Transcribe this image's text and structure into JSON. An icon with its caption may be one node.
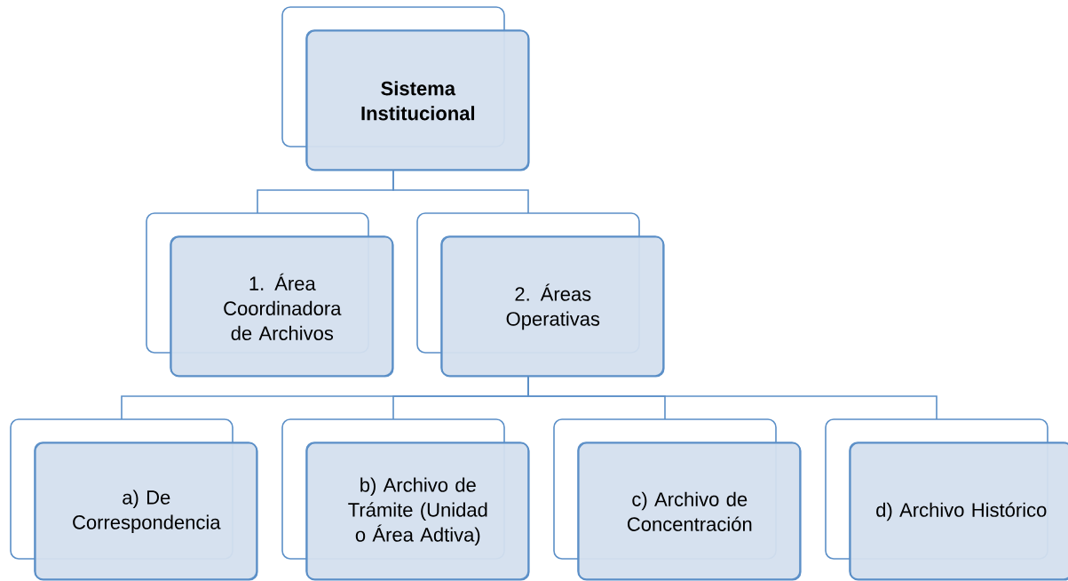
{
  "diagram": {
    "nodes": [
      {
        "text": [
          "Sistema Institucional"
        ]
      },
      {
        "text": [
          "1. Área Coordinadora de Archivos"
        ]
      },
      {
        "text": [
          "2. Áreas Operativas"
        ]
      },
      {
        "text": [
          "a) De Correspondencia"
        ]
      },
      {
        "text": [
          "b) Archivo de Trámite (Unidad o Área Adtiva)"
        ]
      },
      {
        "text": [
          "c) Archivo de Concentración"
        ]
      },
      {
        "text": [
          "d) Archivo Histórico"
        ]
      }
    ],
    "edges": [
      {
        "from": 0,
        "to": 1,
        "arrow": "none"
      },
      {
        "from": 0,
        "to": 2,
        "arrow": "none"
      },
      {
        "from": 2,
        "to": 3,
        "arrow": "none"
      },
      {
        "from": 2,
        "to": 4,
        "arrow": "none"
      },
      {
        "from": 2,
        "to": 5,
        "arrow": "none"
      },
      {
        "from": 2,
        "to": 6,
        "arrow": "none"
      }
    ]
  }
}
